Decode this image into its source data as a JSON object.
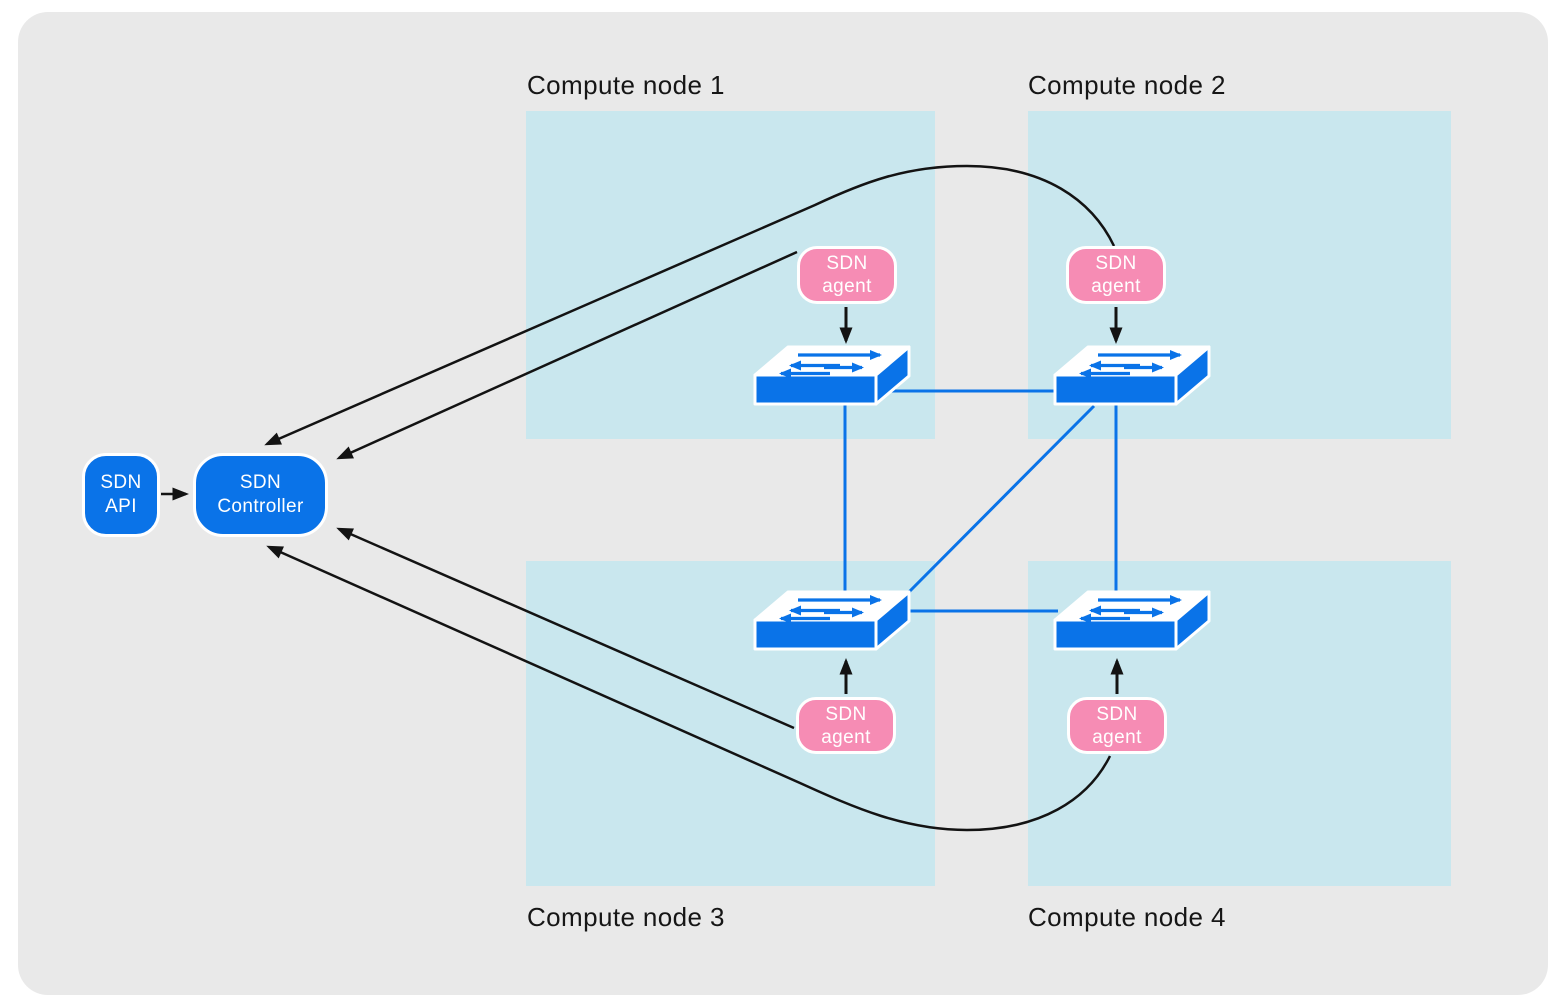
{
  "colors": {
    "page_background": "#ffffff",
    "panel_background": "#e9e9e9",
    "compute_node_fill": "#c9e7ee",
    "primary_blue": "#0a73e8",
    "agent_pink": "#f68cb4",
    "connector_black": "#131313",
    "label_text": "#161616",
    "pill_text": "#ffffff"
  },
  "compute_nodes": [
    {
      "label": "Compute node 1"
    },
    {
      "label": "Compute node 2"
    },
    {
      "label": "Compute node 3"
    },
    {
      "label": "Compute node 4"
    }
  ],
  "api_box": {
    "line1": "SDN",
    "line2": "API"
  },
  "controller_box": {
    "line1": "SDN",
    "line2": "Controller"
  },
  "agents": [
    {
      "line1": "SDN",
      "line2": "agent"
    },
    {
      "line1": "SDN",
      "line2": "agent"
    },
    {
      "line1": "SDN",
      "line2": "agent"
    },
    {
      "line1": "SDN",
      "line2": "agent"
    }
  ],
  "icons": {
    "network_switch": "network-switch-3d-icon",
    "switch_glyph": "bidirectional-traffic-arrows",
    "arrowhead_black": "solid-triangle-arrowhead",
    "arrowhead_blue": "solid-triangle-arrowhead"
  }
}
